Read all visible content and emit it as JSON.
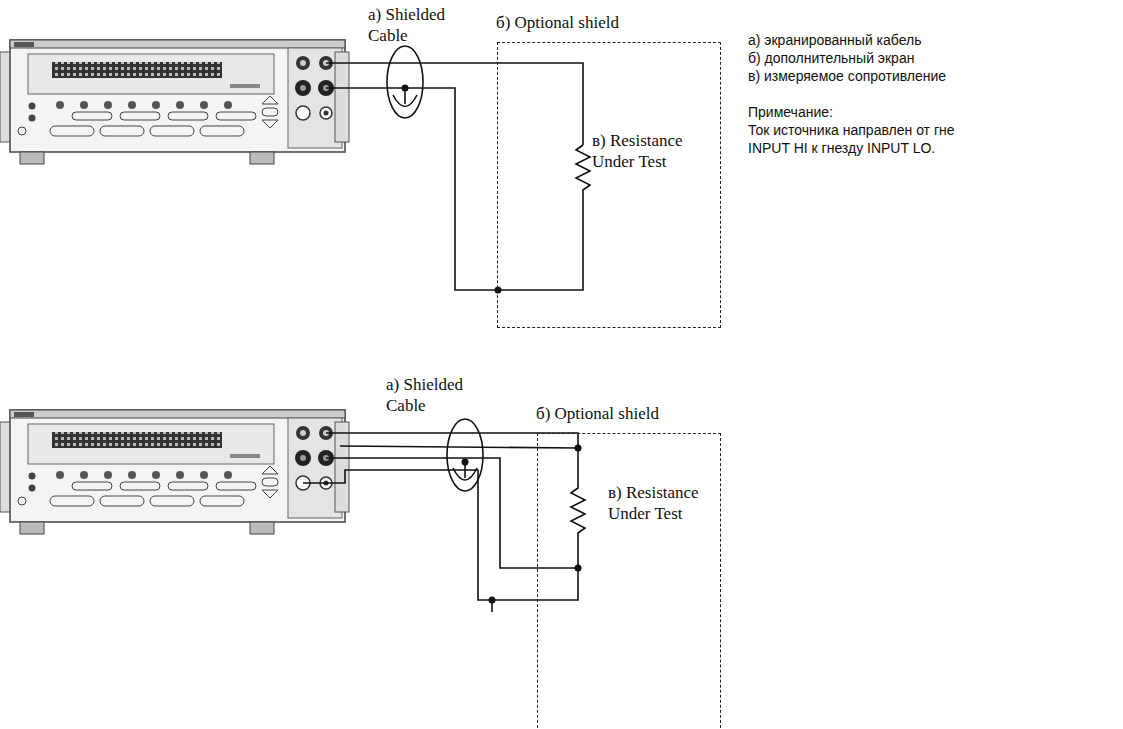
{
  "diagram": {
    "nodes": [
      {
        "text": [
          "б) Optional shield"
        ]
      },
      {
        "text": [
          "б) Optional shield"
        ]
      }
    ],
    "labels": [
      "а) Shielded Cable",
      "в) Resistance Under Test",
      "а) Shielded Cable",
      "в) Resistance Under Test",
      "а) экранированный кабель",
      "б) дополнительный экран",
      "в) измеряемое сопротивление",
      "Примечание:",
      "Ток источника направлен от гне",
      "INPUT HI к гнезду INPUT LO."
    ]
  }
}
